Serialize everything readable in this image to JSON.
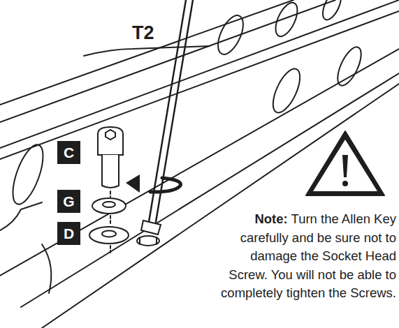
{
  "diagram": {
    "nodes": [
      {
        "text": [
          "C"
        ]
      },
      {
        "text": [
          "G"
        ]
      },
      {
        "text": [
          "D"
        ]
      }
    ],
    "labels": [
      "T2",
      "Note:",
      "Turn the Allen Key carefully and be sure not to damage the Socket Head Screw. You will not be able to completely tighten the Screws."
    ]
  }
}
